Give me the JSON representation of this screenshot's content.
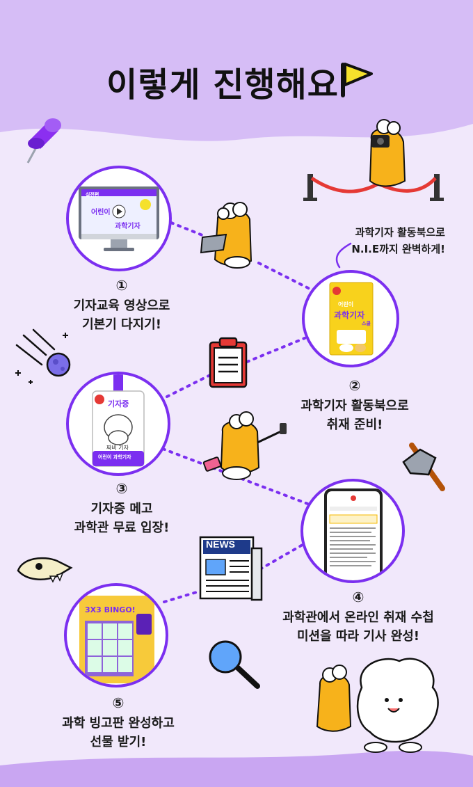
{
  "title": "이렇게 진행해요",
  "steps": [
    {
      "number": "①",
      "line1": "기자교육 영상으로",
      "line2": "기본기 다지기!"
    },
    {
      "number": "②",
      "line1": "과학기자 활동북으로",
      "line2": "취재 준비!"
    },
    {
      "number": "③",
      "line1": "기자증 메고",
      "line2": "과학관 무료 입장!"
    },
    {
      "number": "④",
      "line1": "과학관에서 온라인 취재 수첩",
      "line2": "미션을 따라 기사 완성!"
    },
    {
      "number": "⑤",
      "line1": "과학 빙고판 완성하고",
      "line2": "선물 받기!"
    }
  ],
  "note": {
    "line1": "과학기자 활동북으로",
    "line2": "N.I.E까지 완벽하게!"
  },
  "monitor": {
    "badge": "실전편",
    "line1": "어린이",
    "line2": "과학기자"
  },
  "activity_book": {
    "line1": "어린이",
    "line2": "과학기자",
    "suffix": "스쿨"
  },
  "press_card": {
    "title": "기자증",
    "role": "짜비 기자",
    "brand": "어린이 과학기자"
  },
  "bingo": {
    "title": "3X3 BINGO!"
  },
  "newspaper": {
    "label": "NEWS"
  },
  "colors": {
    "accent": "#7b2ff0",
    "background": "#f1e8fb",
    "header": "#d9c1f7",
    "character": "#f7b21b"
  }
}
